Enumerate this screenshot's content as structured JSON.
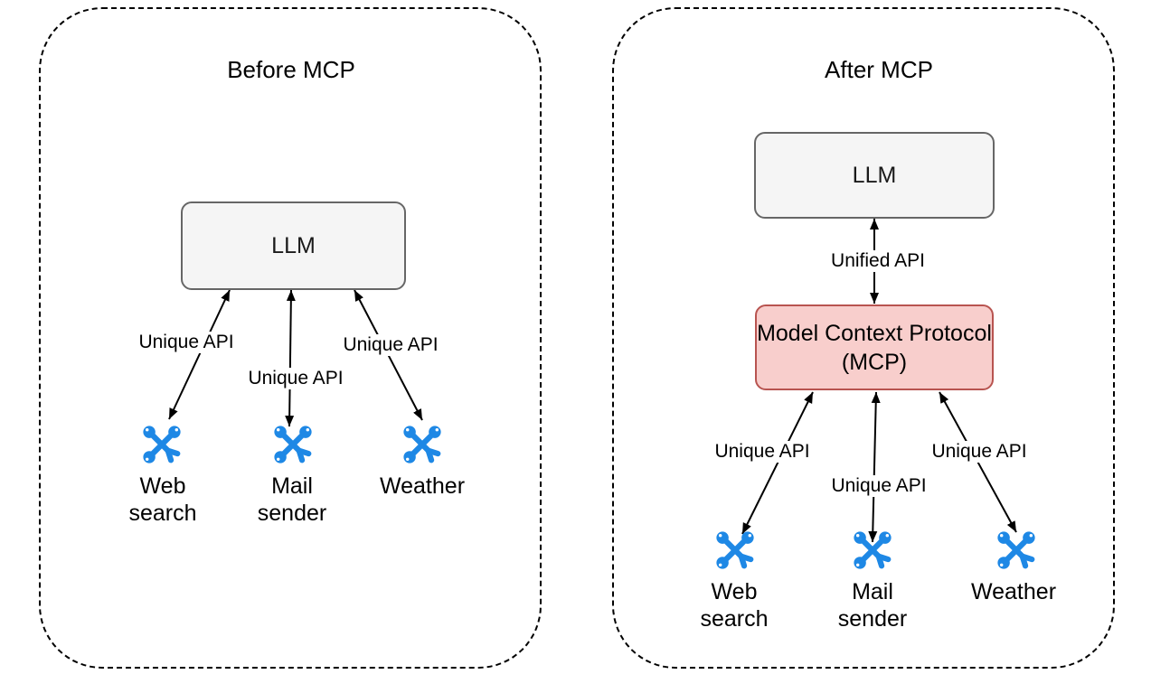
{
  "colors": {
    "llm_fill": "#f5f5f5",
    "llm_border": "#666666",
    "mcp_fill": "#f8cecc",
    "mcp_border": "#b85450",
    "tool_icon_blue": "#1e88e5",
    "arrow": "#000000",
    "panel_border": "#000000"
  },
  "panels": [
    {
      "title": "Before MCP",
      "llm_label": "LLM",
      "connections": [
        {
          "label": "Unique API"
        },
        {
          "label": "Unique API"
        },
        {
          "label": "Unique API"
        }
      ],
      "tools": [
        {
          "name": "Web search",
          "lines": [
            "Web",
            "search"
          ],
          "icon": "tools-icon"
        },
        {
          "name": "Mail sender",
          "lines": [
            "Mail",
            "sender"
          ],
          "icon": "tools-icon"
        },
        {
          "name": "Weather",
          "lines": [
            "Weather"
          ],
          "icon": "tools-icon"
        }
      ]
    },
    {
      "title": "After MCP",
      "llm_label": "LLM",
      "unified_api_label": "Unified API",
      "mcp_line1": "Model Context Protocol",
      "mcp_line2": "(MCP)",
      "connections": [
        {
          "label": "Unique API"
        },
        {
          "label": "Unique API"
        },
        {
          "label": "Unique API"
        }
      ],
      "tools": [
        {
          "name": "Web search",
          "lines": [
            "Web",
            "search"
          ],
          "icon": "tools-icon"
        },
        {
          "name": "Mail sender",
          "lines": [
            "Mail",
            "sender"
          ],
          "icon": "tools-icon"
        },
        {
          "name": "Weather",
          "lines": [
            "Weather"
          ],
          "icon": "tools-icon"
        }
      ]
    }
  ]
}
